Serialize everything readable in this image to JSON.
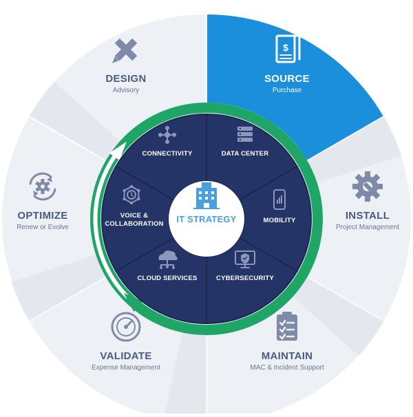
{
  "center": {
    "label": "IT STRATEGY",
    "icon": "building-icon"
  },
  "outer_segments": [
    {
      "key": "design",
      "title": "DESIGN",
      "subtitle": "Advisory",
      "icon": "ruler-pencil-icon",
      "active": false
    },
    {
      "key": "source",
      "title": "SOURCE",
      "subtitle": "Purchase",
      "icon": "invoice-icon",
      "active": true
    },
    {
      "key": "install",
      "title": "INSTALL",
      "subtitle": "Project Management",
      "icon": "gear-wrench-icon",
      "active": false
    },
    {
      "key": "maintain",
      "title": "MAINTAIN",
      "subtitle": "MAC & Incident Support",
      "icon": "clipboard-check-icon",
      "active": false
    },
    {
      "key": "validate",
      "title": "VALIDATE",
      "subtitle": "Expense Management",
      "icon": "gauge-icon",
      "active": false
    },
    {
      "key": "optimize",
      "title": "OPTIMIZE",
      "subtitle": "Renew or Evolve",
      "icon": "gear-cycle-icon",
      "active": false
    }
  ],
  "inner_segments": [
    {
      "key": "connectivity",
      "label_lines": [
        "CONNECTIVITY"
      ],
      "icon": "network-nodes-icon"
    },
    {
      "key": "datacenter",
      "label_lines": [
        "DATA CENTER"
      ],
      "icon": "server-rack-icon"
    },
    {
      "key": "mobility",
      "label_lines": [
        "MOBILITY"
      ],
      "icon": "smartphone-icon"
    },
    {
      "key": "cyber",
      "label_lines": [
        "CYBERSECURITY"
      ],
      "icon": "monitor-shield-icon"
    },
    {
      "key": "cloud",
      "label_lines": [
        "CLOUD SERVICES"
      ],
      "icon": "cloud-network-icon"
    },
    {
      "key": "voice",
      "label_lines": [
        "VOICE &",
        "COLLABORATION"
      ],
      "icon": "clock-network-icon"
    }
  ],
  "colors": {
    "outer_fill": "#edf0f4",
    "outer_shadow": "#d5dbe3",
    "active_fill": "#1b8fdb",
    "ring_green": "#1fa667",
    "ring_white_arrow": "#ffffff",
    "inner_fill": "#243466",
    "inner_divider": "#1a2750",
    "icon_gray": "#7f8aa8",
    "icon_inner": "#8c97bd",
    "center_fill": "#ffffff",
    "center_icon": "#4a9fe0"
  }
}
